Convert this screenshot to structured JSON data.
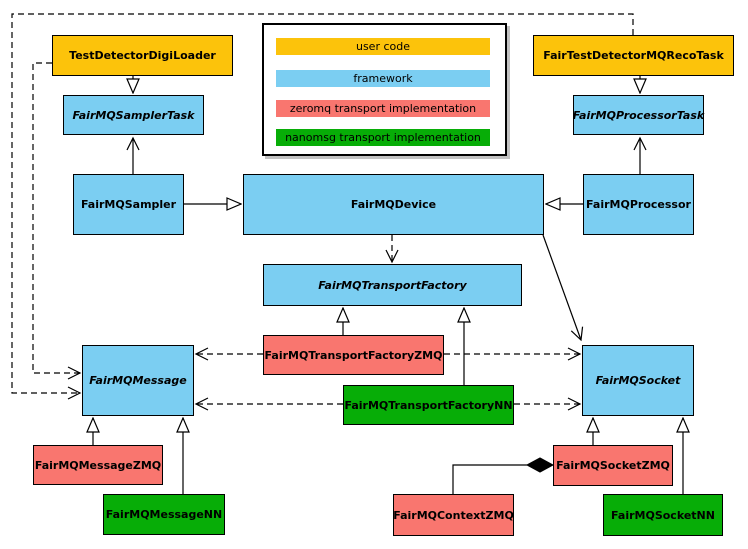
{
  "diagram": {
    "kind": "uml-class-diagram",
    "legend": {
      "items": [
        {
          "id": "user",
          "label": "user code",
          "color": "#FCC30B"
        },
        {
          "id": "framework",
          "label": "framework",
          "color": "#7BCEF2"
        },
        {
          "id": "zeromq",
          "label": "zeromq transport implementation",
          "color": "#F9766F"
        },
        {
          "id": "nanomsg",
          "label": "nanomsg transport implementation",
          "color": "#07AD07"
        }
      ]
    },
    "nodes": {
      "testDetectorDigiLoader": {
        "label": "TestDetectorDigiLoader",
        "category": "user code",
        "abstract": false
      },
      "fairTestDetectorMQRecoTask": {
        "label": "FairTestDetectorMQRecoTask",
        "category": "user code",
        "abstract": false
      },
      "fairMQSamplerTask": {
        "label": "FairMQSamplerTask",
        "category": "framework",
        "abstract": true
      },
      "fairMQProcessorTask": {
        "label": "FairMQProcessorTask",
        "category": "framework",
        "abstract": true
      },
      "fairMQSampler": {
        "label": "FairMQSampler",
        "category": "framework",
        "abstract": false
      },
      "fairMQDevice": {
        "label": "FairMQDevice",
        "category": "framework",
        "abstract": false
      },
      "fairMQProcessor": {
        "label": "FairMQProcessor",
        "category": "framework",
        "abstract": false
      },
      "fairMQTransportFactory": {
        "label": "FairMQTransportFactory",
        "category": "framework",
        "abstract": true
      },
      "fairMQTransportFactoryZMQ": {
        "label": "FairMQTransportFactoryZMQ",
        "category": "zeromq",
        "abstract": false
      },
      "fairMQTransportFactoryNN": {
        "label": "FairMQTransportFactoryNN",
        "category": "nanomsg",
        "abstract": false
      },
      "fairMQMessage": {
        "label": "FairMQMessage",
        "category": "framework",
        "abstract": true
      },
      "fairMQSocket": {
        "label": "FairMQSocket",
        "category": "framework",
        "abstract": true
      },
      "fairMQMessageZMQ": {
        "label": "FairMQMessageZMQ",
        "category": "zeromq",
        "abstract": false
      },
      "fairMQMessageNN": {
        "label": "FairMQMessageNN",
        "category": "nanomsg",
        "abstract": false
      },
      "fairMQSocketZMQ": {
        "label": "FairMQSocketZMQ",
        "category": "zeromq",
        "abstract": false
      },
      "fairMQSocketNN": {
        "label": "FairMQSocketNN",
        "category": "nanomsg",
        "abstract": false
      },
      "fairMQContextZMQ": {
        "label": "FairMQContextZMQ",
        "category": "zeromq",
        "abstract": false
      }
    },
    "edges": [
      {
        "from": "TestDetectorDigiLoader",
        "to": "FairMQSamplerTask",
        "kind": "inheritance-hollow-triangle"
      },
      {
        "from": "FairTestDetectorMQRecoTask",
        "to": "FairMQProcessorTask",
        "kind": "inheritance-hollow-triangle"
      },
      {
        "from": "FairMQSampler",
        "to": "FairMQSamplerTask",
        "kind": "solid-open-arrow"
      },
      {
        "from": "FairMQProcessor",
        "to": "FairMQProcessorTask",
        "kind": "solid-open-arrow"
      },
      {
        "from": "FairMQSampler",
        "to": "FairMQDevice",
        "kind": "inheritance-hollow-triangle"
      },
      {
        "from": "FairMQProcessor",
        "to": "FairMQDevice",
        "kind": "inheritance-hollow-triangle"
      },
      {
        "from": "FairMQDevice",
        "to": "FairMQTransportFactory",
        "kind": "dashed-dependency"
      },
      {
        "from": "FairMQDevice",
        "to": "FairMQSocket",
        "kind": "solid-open-arrow"
      },
      {
        "from": "FairMQTransportFactoryZMQ",
        "to": "FairMQTransportFactory",
        "kind": "inheritance-hollow-triangle"
      },
      {
        "from": "FairMQTransportFactoryNN",
        "to": "FairMQTransportFactory",
        "kind": "inheritance-hollow-triangle"
      },
      {
        "from": "FairMQTransportFactoryZMQ",
        "to": "FairMQMessage",
        "kind": "dashed-dependency"
      },
      {
        "from": "FairMQTransportFactoryNN",
        "to": "FairMQMessage",
        "kind": "dashed-dependency"
      },
      {
        "from": "FairMQTransportFactoryZMQ",
        "to": "FairMQSocket",
        "kind": "dashed-dependency"
      },
      {
        "from": "FairMQTransportFactoryNN",
        "to": "FairMQSocket",
        "kind": "dashed-dependency"
      },
      {
        "from": "TestDetectorDigiLoader",
        "to": "FairMQMessage",
        "kind": "dashed-dependency"
      },
      {
        "from": "FairTestDetectorMQRecoTask",
        "to": "FairMQMessage",
        "kind": "dashed-dependency"
      },
      {
        "from": "FairMQMessageZMQ",
        "to": "FairMQMessage",
        "kind": "inheritance-hollow-triangle"
      },
      {
        "from": "FairMQMessageNN",
        "to": "FairMQMessage",
        "kind": "inheritance-hollow-triangle"
      },
      {
        "from": "FairMQSocketZMQ",
        "to": "FairMQSocket",
        "kind": "inheritance-hollow-triangle"
      },
      {
        "from": "FairMQSocketNN",
        "to": "FairMQSocket",
        "kind": "inheritance-hollow-triangle"
      },
      {
        "from": "FairMQSocketZMQ",
        "to": "FairMQContextZMQ",
        "kind": "composition-filled-diamond"
      }
    ]
  }
}
